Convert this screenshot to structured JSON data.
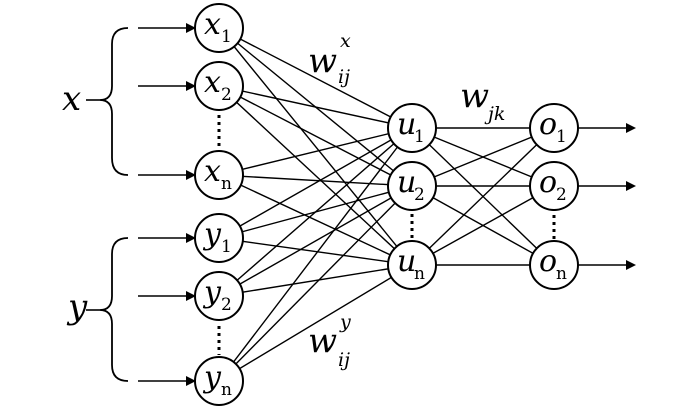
{
  "groups": {
    "x": "x",
    "y": "y"
  },
  "input_x": [
    {
      "base": "x",
      "sub": "1"
    },
    {
      "base": "x",
      "sub": "2"
    },
    {
      "base": "x",
      "sub": "n"
    }
  ],
  "input_y": [
    {
      "base": "y",
      "sub": "1"
    },
    {
      "base": "y",
      "sub": "2"
    },
    {
      "base": "y",
      "sub": "n"
    }
  ],
  "hidden": [
    {
      "base": "u",
      "sub": "1"
    },
    {
      "base": "u",
      "sub": "2"
    },
    {
      "base": "u",
      "sub": "n"
    }
  ],
  "output": [
    {
      "base": "o",
      "sub": "1"
    },
    {
      "base": "o",
      "sub": "2"
    },
    {
      "base": "o",
      "sub": "n"
    }
  ],
  "weights": {
    "wx": {
      "base": "w",
      "sup": "x",
      "sub": "ij"
    },
    "wy": {
      "base": "w",
      "sup": "y",
      "sub": "ij"
    },
    "wjk": {
      "base": "w",
      "sub": "jk"
    }
  }
}
